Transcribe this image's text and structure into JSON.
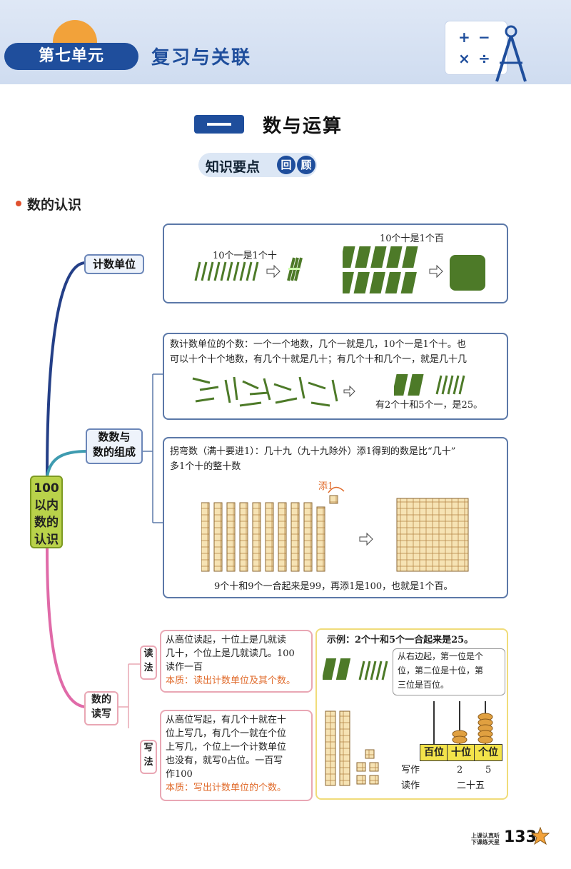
{
  "header": {
    "unit_label": "第七单元",
    "chapter_title": "复习与关联",
    "math_card_ops": [
      "+",
      "−",
      "×",
      "÷"
    ]
  },
  "section": {
    "number": "一",
    "title": "数与运算",
    "review_label": "知识要点",
    "review_badges": [
      "回",
      "顾"
    ]
  },
  "subsection": {
    "title": "数的认识"
  },
  "mindmap": {
    "root": [
      "100",
      "以内",
      "数的",
      "认识"
    ],
    "branch_units": {
      "label": "计数单位",
      "caption_ones": "10个一是1个十",
      "caption_tens": "10个十是1个百"
    },
    "branch_counting": {
      "label_lines": [
        "数数与",
        "数的组成"
      ],
      "box1_text_lines": [
        "数计数单位的个数：一个一个地数，几个一就是几，10个一是1个十。也",
        "可以十个十个地数，有几个十就是几十；有几个十和几个一，就是几十几"
      ],
      "box1_caption": "有2个十和5个一，是25。",
      "box2_text_lines": [
        "拐弯数（满十要进1）：几十九（九十九除外）添1得到的数是比“几十”",
        "多1个十的整十数"
      ],
      "add_one_label": "添1",
      "box2_caption": "9个十和9个一合起来是99，再添1是100，也就是1个百。"
    },
    "branch_readwrite": {
      "label_lines": [
        "数的",
        "读写"
      ],
      "read_tag": [
        "读",
        "法"
      ],
      "read_lines": [
        "从高位读起，十位上是几就读",
        "几十，个位上是几就读几。100",
        "读作一百"
      ],
      "read_essence": "本质：读出计数单位及其个数。",
      "write_tag": [
        "写",
        "法"
      ],
      "write_lines": [
        "从高位写起，有几个十就在十",
        "位上写几，有几个一就在个位",
        "上写几，个位上一个计数单位",
        "也没有，就写0占位。一百写",
        "作100"
      ],
      "write_essence": "本质：写出计数单位的个数。",
      "example": {
        "title": "示例：2个十和5个一合起来是25。",
        "bubble_lines": [
          "从右边起，第一位是个",
          "位，第二位是十位，第",
          "三位是百位。"
        ],
        "place_headers": [
          "百位",
          "十位",
          "个位"
        ],
        "write_label": "写作",
        "write_digits": [
          "2",
          "5"
        ],
        "read_label": "读作",
        "read_value": "二十五"
      }
    }
  },
  "footer": {
    "tag_lines": [
      "上课认真听",
      "下课练天星"
    ],
    "page_number": "133"
  },
  "colors": {
    "brand_blue": "#1f4e9c",
    "sun_orange": "#f2a23a",
    "root_green": "#b9d24a",
    "stick_green": "#4d7a28",
    "block_orange": "#f6e3b4",
    "essence_orange": "#e06a2a",
    "place_yellow": "#f3e34a"
  }
}
